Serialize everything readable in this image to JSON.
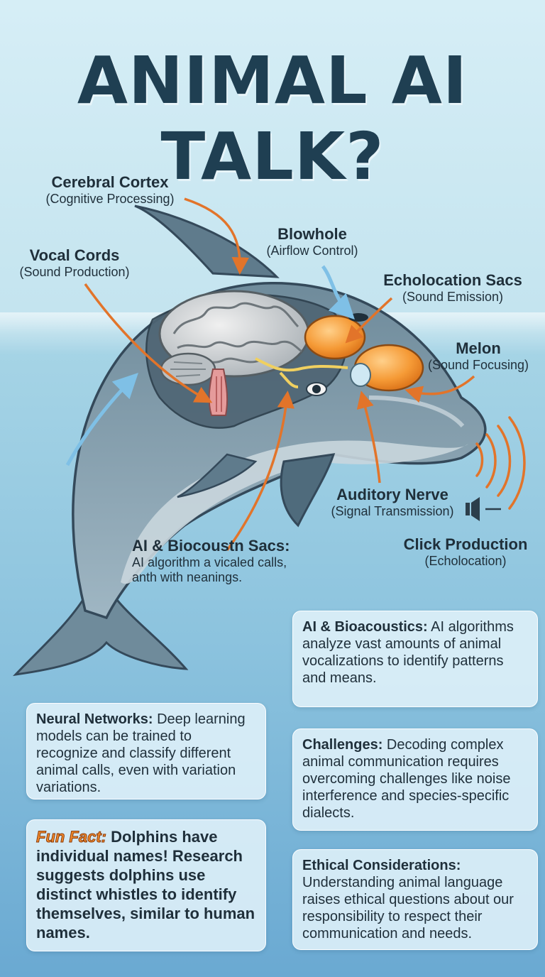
{
  "title": "ANIMAL AI TALK?",
  "colors": {
    "title": "#1f3f52",
    "arrow_orange": "#e2742a",
    "arrow_blue": "#7fc0e6",
    "dolphin_body": "#7d97a6",
    "dolphin_belly": "#c9d6dd",
    "sac_orange": "#f0902c",
    "fun_fact": "#f28a2c"
  },
  "labels": {
    "cerebral_cortex": {
      "head": "Cerebral Cortex",
      "sub": "(Cognitive Processing)"
    },
    "vocal_cords": {
      "head": "Vocal Cords",
      "sub": "(Sound Production)"
    },
    "blowhole": {
      "head": "Blowhole",
      "sub": "(Airflow Control)"
    },
    "echolocation_sacs": {
      "head": "Echolocation Sacs",
      "sub": "(Sound Emission)"
    },
    "melon": {
      "head": "Melon",
      "sub": "(Sound Focusing)"
    },
    "auditory_nerve": {
      "head": "Auditory Nerve",
      "sub": "(Signal Transmission)"
    },
    "click_production": {
      "head": "Click Production",
      "sub": "(Echolocation)"
    },
    "ai_biocoustn": {
      "head": "AI & Biocoustn Sacs:",
      "line1": "AI algorithm a vicaled calls,",
      "line2": "anth with neanings."
    }
  },
  "icons": [
    "brain-icon",
    "speaker-icon",
    "sound-waves-icon"
  ],
  "cards": {
    "ai_bioacoustics": {
      "title": "AI & Bioacoustics:",
      "text": "AI algorithms analyze vast amounts of animal vocalizations to identify patterns and means."
    },
    "neural_networks": {
      "title": "Neural Networks:",
      "text": "Deep learning models can be trained to recognize and classify different animal calls, even with variation variations."
    },
    "challenges": {
      "title": "Challenges:",
      "text": "Decoding complex animal communication requires overcoming challenges like noise interference and species-specific dialects."
    },
    "fun_fact": {
      "title": "Fun Fact:",
      "text": "Dolphins have individual names! Research suggests dolphins use distinct whistles to identify themselves, similar to human names."
    },
    "ethical": {
      "title": "Ethical Considerations:",
      "text": "Understanding animal language raises ethical questions about our responsibility to respect their communication and needs."
    }
  }
}
